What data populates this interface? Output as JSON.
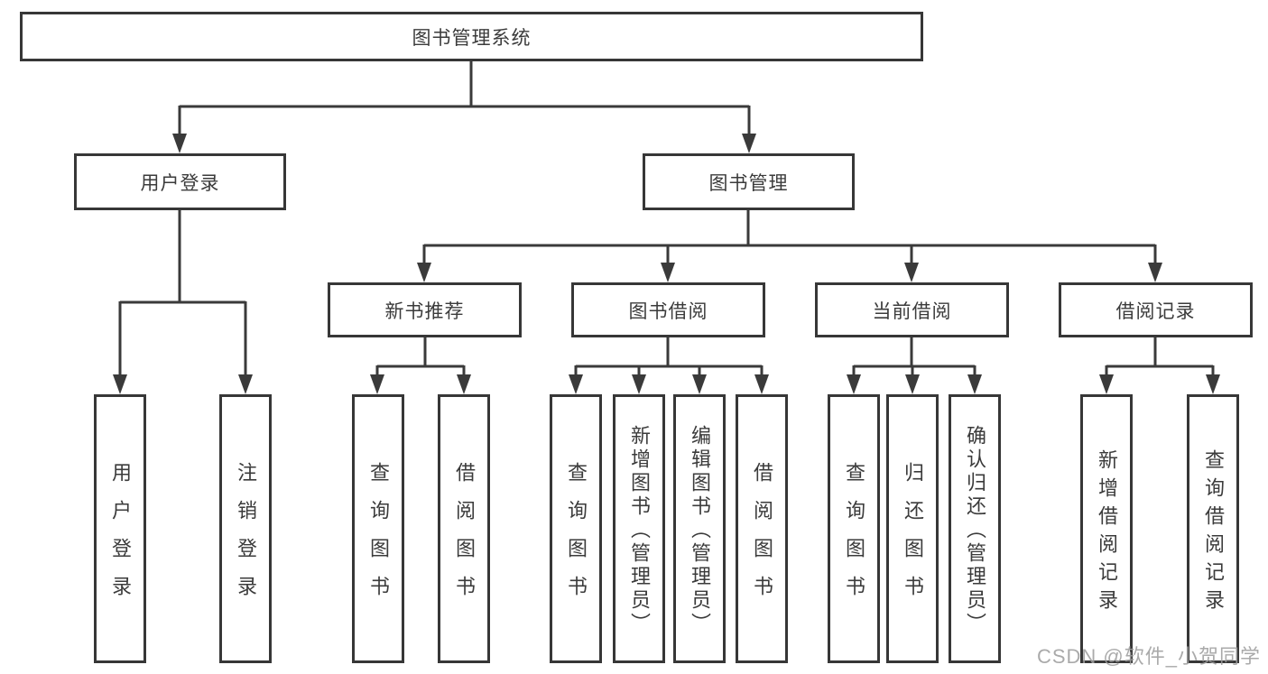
{
  "diagram": {
    "root": {
      "label": "图书管理系统"
    },
    "level2": [
      {
        "label": "用户登录"
      },
      {
        "label": "图书管理"
      }
    ],
    "level3": [
      {
        "label": "新书推荐"
      },
      {
        "label": "图书借阅"
      },
      {
        "label": "当前借阅"
      },
      {
        "label": "借阅记录"
      }
    ],
    "leaves": {
      "user_login": [
        "用户登录",
        "注销登录"
      ],
      "new_book_recommendation": [
        "查询图书",
        "借阅图书"
      ],
      "book_borrowing": [
        "查询图书",
        "新增图书（管理员）",
        "编辑图书（管理员）",
        "借阅图书"
      ],
      "current_borrowing": [
        "查询图书",
        "归还图书",
        "确认归还（管理员）"
      ],
      "borrowing_records": [
        "新增借阅记录",
        "查询借阅记录"
      ]
    }
  },
  "watermark": "CSDN @软件_小贺同学",
  "colors": {
    "line": "#3a3a3a",
    "box_border": "#373737",
    "text": "#3b3b3b",
    "watermark": "#9e9e9e",
    "background": "#ffffff"
  }
}
